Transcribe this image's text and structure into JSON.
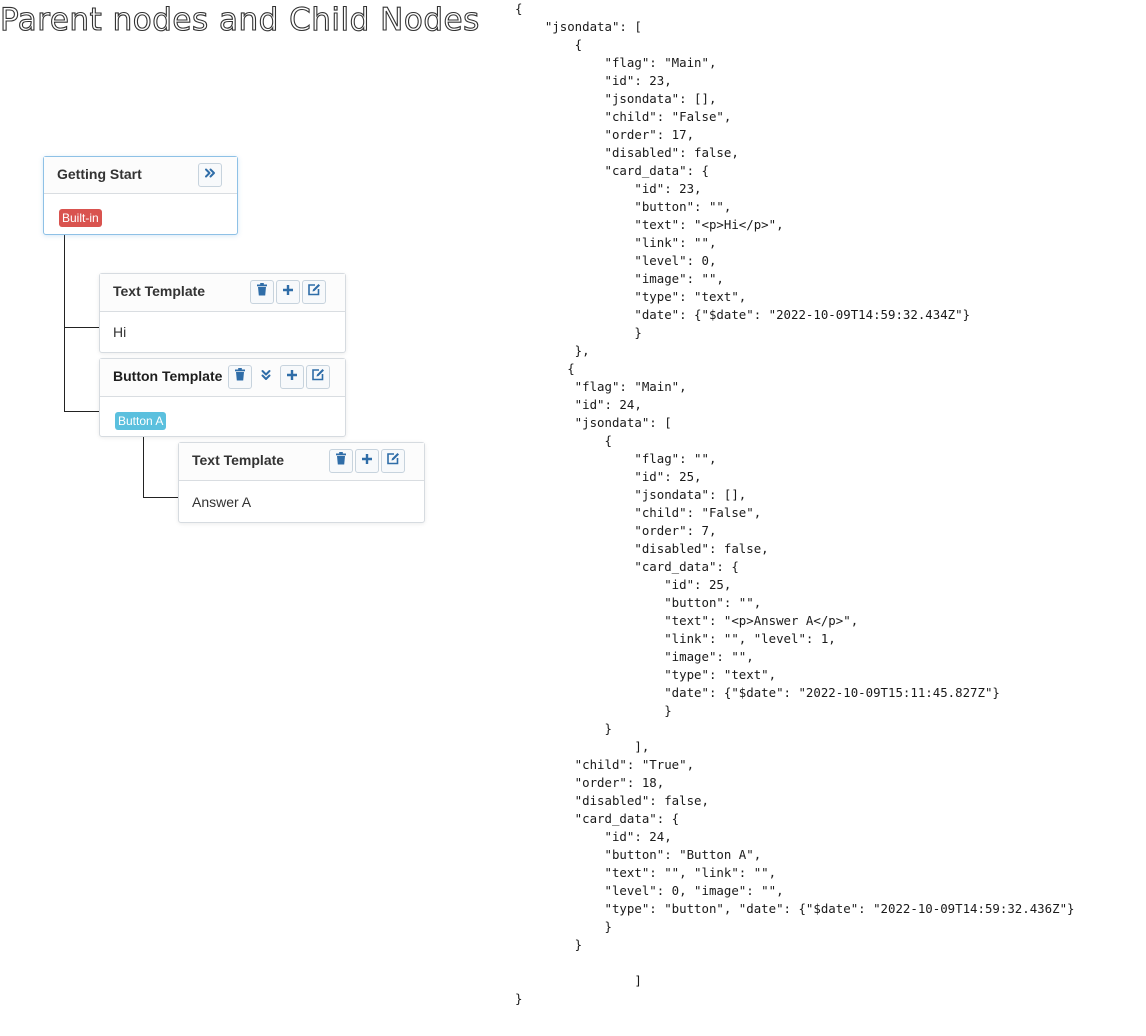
{
  "title": "Parent nodes and Child Nodes",
  "icons": {
    "expand": "double-chevron-right-icon",
    "delete": "trash-icon",
    "add": "plus-icon",
    "edit": "edit-icon",
    "collapse": "double-chevron-down-icon"
  },
  "colors": {
    "accent": "#2f6da8",
    "builtin_badge": "#d9534f",
    "button_badge": "#5bc0de"
  },
  "nodes": {
    "getting_start": {
      "title": "Getting Start",
      "badge": "Built-in"
    },
    "text_template_1": {
      "title": "Text Template",
      "body": "Hi"
    },
    "button_template": {
      "title": "Button Template",
      "badge": "Button A"
    },
    "text_template_2": {
      "title": "Text Template",
      "body": "Answer A"
    }
  },
  "json_lines": [
    "{",
    "    \"jsondata\": [",
    "        {",
    "            \"flag\": \"Main\",",
    "            \"id\": 23,",
    "            \"jsondata\": [],",
    "            \"child\": \"False\",",
    "            \"order\": 17,",
    "            \"disabled\": false,",
    "            \"card_data\": {",
    "                \"id\": 23,",
    "                \"button\": \"\",",
    "                \"text\": \"<p>Hi</p>\",",
    "                \"link\": \"\",",
    "                \"level\": 0,",
    "                \"image\": \"\",",
    "                \"type\": \"text\",",
    "                \"date\": {\"$date\": \"2022-10-09T14:59:32.434Z\"}",
    "                }",
    "        },",
    "       {",
    "        \"flag\": \"Main\",",
    "        \"id\": 24,",
    "        \"jsondata\": [",
    "            {",
    "                \"flag\": \"\",",
    "                \"id\": 25,",
    "                \"jsondata\": [],",
    "                \"child\": \"False\",",
    "                \"order\": 7,",
    "                \"disabled\": false,",
    "                \"card_data\": {",
    "                    \"id\": 25,",
    "                    \"button\": \"\",",
    "                    \"text\": \"<p>Answer A</p>\",",
    "                    \"link\": \"\", \"level\": 1,",
    "                    \"image\": \"\",",
    "                    \"type\": \"text\",",
    "                    \"date\": {\"$date\": \"2022-10-09T15:11:45.827Z\"}",
    "                    }",
    "            }",
    "                ],",
    "        \"child\": \"True\",",
    "        \"order\": 18,",
    "        \"disabled\": false,",
    "        \"card_data\": {",
    "            \"id\": 24,",
    "            \"button\": \"Button A\",",
    "            \"text\": \"\", \"link\": \"\",",
    "            \"level\": 0, \"image\": \"\",",
    "            \"type\": \"button\", \"date\": {\"$date\": \"2022-10-09T14:59:32.436Z\"}",
    "            }",
    "        }",
    "",
    "                ]",
    "}"
  ]
}
